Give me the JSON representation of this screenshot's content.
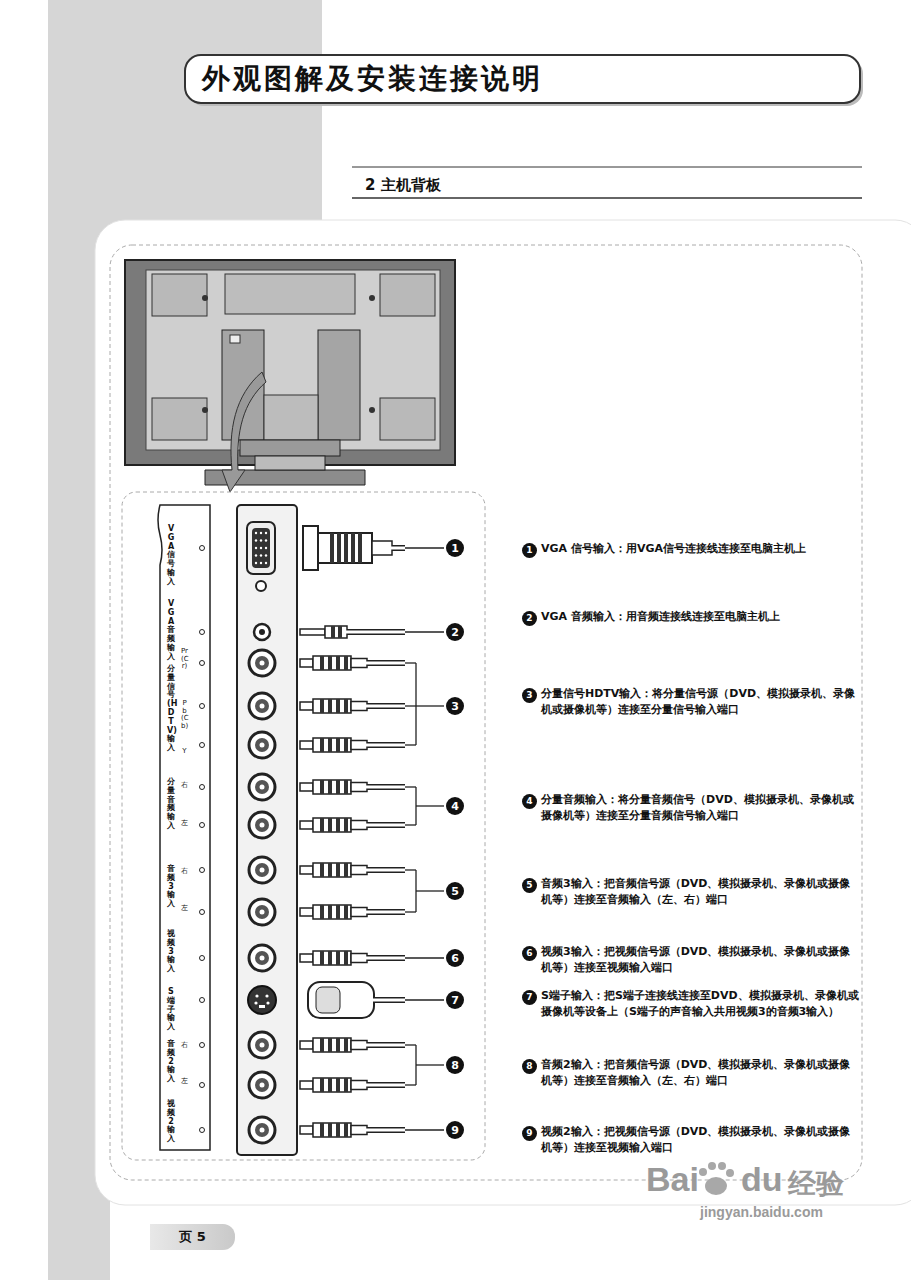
{
  "diagram": {
    "title": "外观图解及安装连接说明",
    "nodes": [
      {
        "text": [
          "1"
        ]
      },
      {
        "text": [
          "2"
        ]
      },
      {
        "text": [
          "3"
        ]
      },
      {
        "text": [
          "4"
        ]
      },
      {
        "text": [
          "5"
        ]
      },
      {
        "text": [
          "6"
        ]
      },
      {
        "text": [
          "7"
        ]
      },
      {
        "text": [
          "8"
        ]
      },
      {
        "text": [
          "9"
        ]
      },
      {
        "text": [
          "1"
        ]
      },
      {
        "text": [
          "2"
        ]
      },
      {
        "text": [
          "3"
        ]
      },
      {
        "text": [
          "4"
        ]
      },
      {
        "text": [
          "5"
        ]
      },
      {
        "text": [
          "6"
        ]
      },
      {
        "text": [
          "7"
        ]
      },
      {
        "text": [
          "8"
        ]
      },
      {
        "text": [
          "9"
        ]
      },
      {
        "text": [
          "页 5"
        ]
      }
    ],
    "labels": [
      "2 主机背板",
      "VGA信号输入",
      "VGA音频输入",
      "分量信号(HDTV)输入",
      "Pr(Cr)",
      "Pb(Cb)",
      "Y",
      "分量音频输入",
      "右",
      "左",
      "音频3输入",
      "右",
      "左",
      "视频3输入",
      "S端子输入",
      "音频2输入",
      "右",
      "左",
      "视频2输入",
      "VGA 信号输入：用VGA信号连接线连接至电脑主机上",
      "VGA 音频输入：用音频连接线连接至电脑主机上",
      "分量信号HDTV输入：将分量信号源（DVD、模拟摄录机、录像机或摄像机等）连接至分量信号输入端口",
      "分量音频输入：将分量音频信号（DVD、模拟摄录机、录像机或摄像机等）连接至分量音频信号输入端口",
      "音频3输入：把音频信号源（DVD、模拟摄录机、录像机或摄像机等）连接至音频输入（左、右）端口",
      "视频3输入：把视频信号源（DVD、模拟摄录机、录像机或摄像机等）连接至视频输入端口",
      "S端子输入：把S端子连接线连接至DVD、模拟摄录机、录像机或摄像机等设备上（S端子的声音输入共用视频3的音频3输入）",
      "音频2输入：把音频信号源（DVD、模拟摄录机、录像机或摄像机等）连接至音频输入（左、右）端口",
      "视频2输入：把视频信号源（DVD、模拟摄录机、录像机或摄像机等）连接至视频输入端口",
      "Bai",
      "du",
      "经验",
      "jingyan.baidu.com"
    ]
  }
}
